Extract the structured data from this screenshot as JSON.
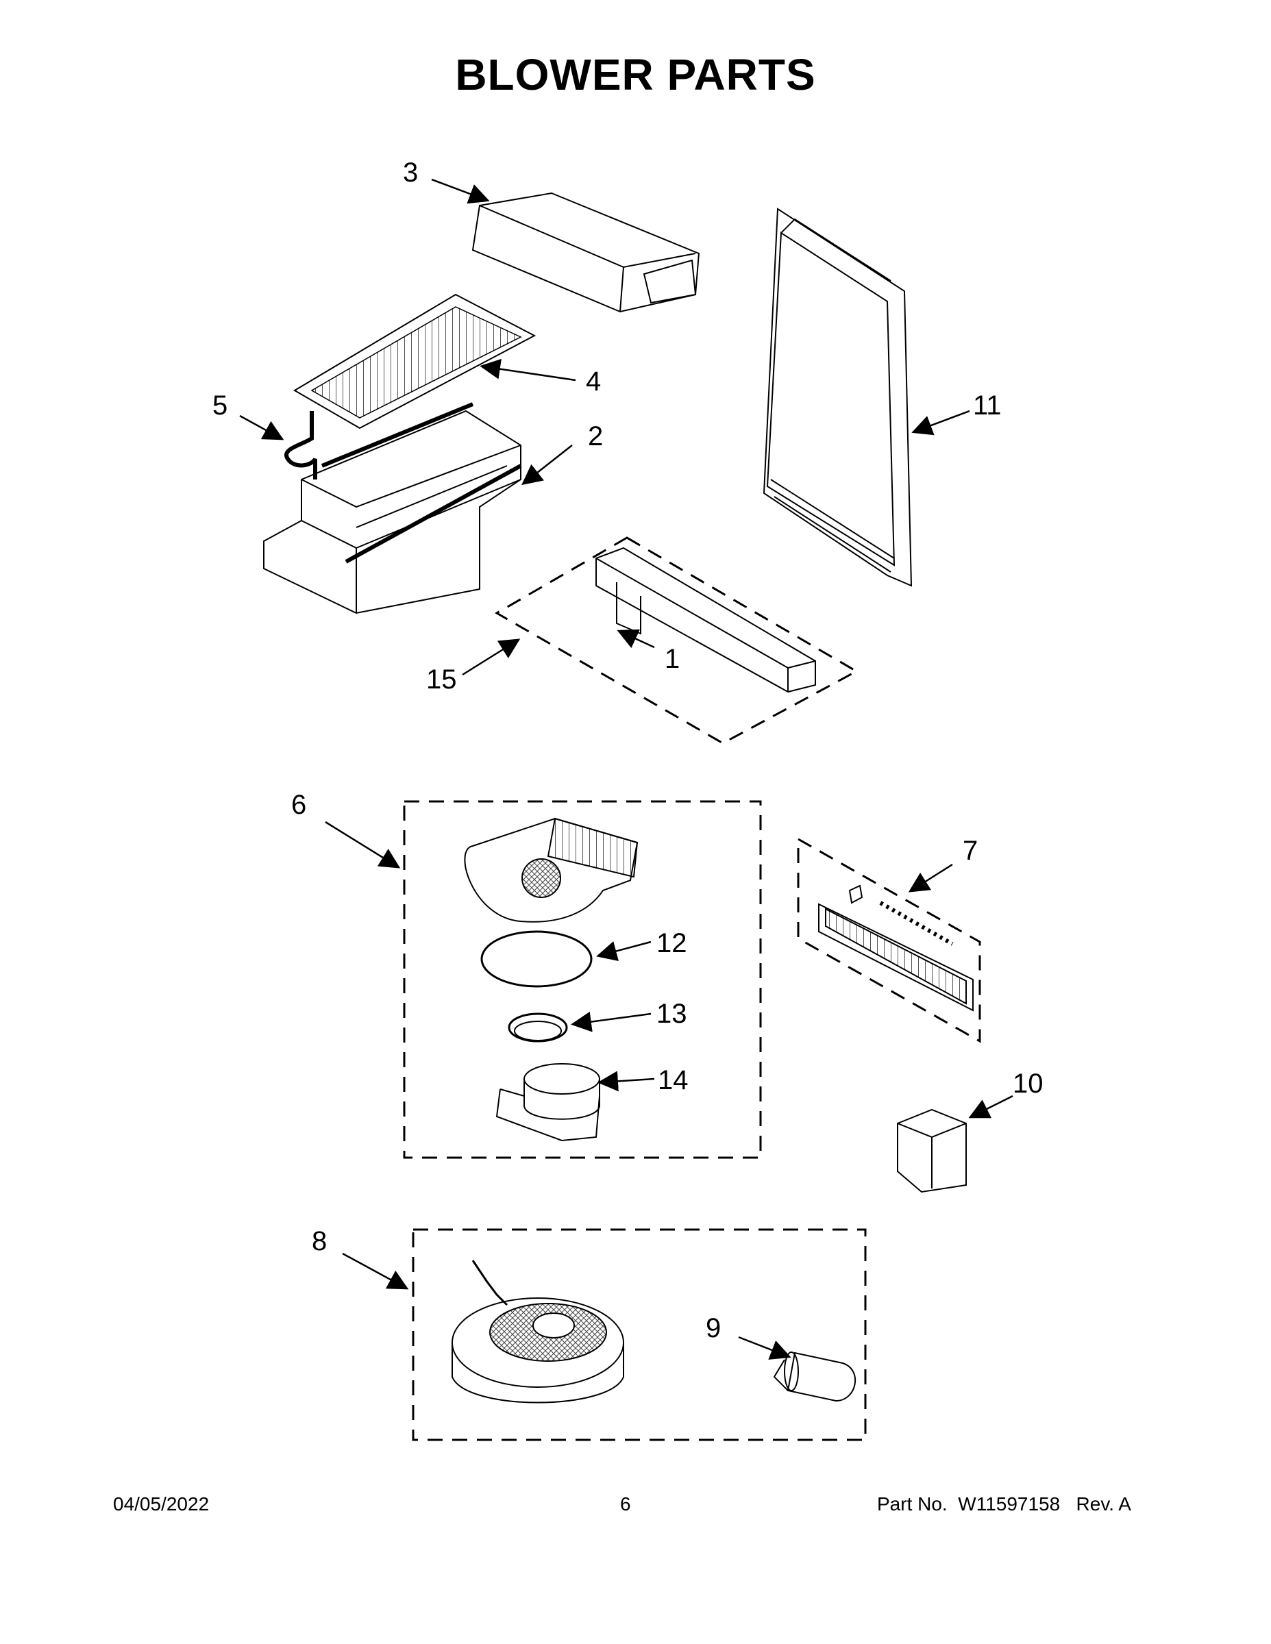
{
  "page": {
    "title": "BLOWER PARTS",
    "footer": {
      "date": "04/05/2022",
      "page_number": "6",
      "part_label": "Part No.",
      "part_number": "W11597158",
      "revision": "Rev. A"
    }
  },
  "callouts": [
    "1",
    "2",
    "3",
    "4",
    "5",
    "6",
    "7",
    "8",
    "9",
    "10",
    "11",
    "12",
    "13",
    "14",
    "15"
  ]
}
